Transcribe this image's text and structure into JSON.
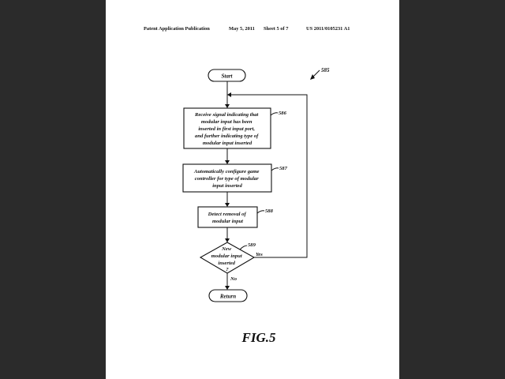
{
  "header": {
    "publication": "Patent Application Publication",
    "date": "May 5, 2011",
    "sheet": "Sheet 5 of 7",
    "number": "US 2011/0105231 A1"
  },
  "flowchart": {
    "ref": "585",
    "start": "Start",
    "step_586": {
      "ref": "586",
      "lines": [
        "Receive signal indicating that",
        "modular input has been",
        "inserted in first input port,",
        "and further indicating type of",
        "modular input inserted"
      ]
    },
    "step_587": {
      "ref": "587",
      "lines": [
        "Automatically configure game",
        "controller for type of modular",
        "input inserted"
      ]
    },
    "step_588": {
      "ref": "588",
      "lines": [
        "Detect removal of",
        "modular input"
      ]
    },
    "decision_589": {
      "ref": "589",
      "lines": [
        "New",
        "modular input",
        "inserted",
        "?"
      ],
      "yes": "Yes",
      "no": "No"
    },
    "end": "Return"
  },
  "figure_label": "FIG.5"
}
